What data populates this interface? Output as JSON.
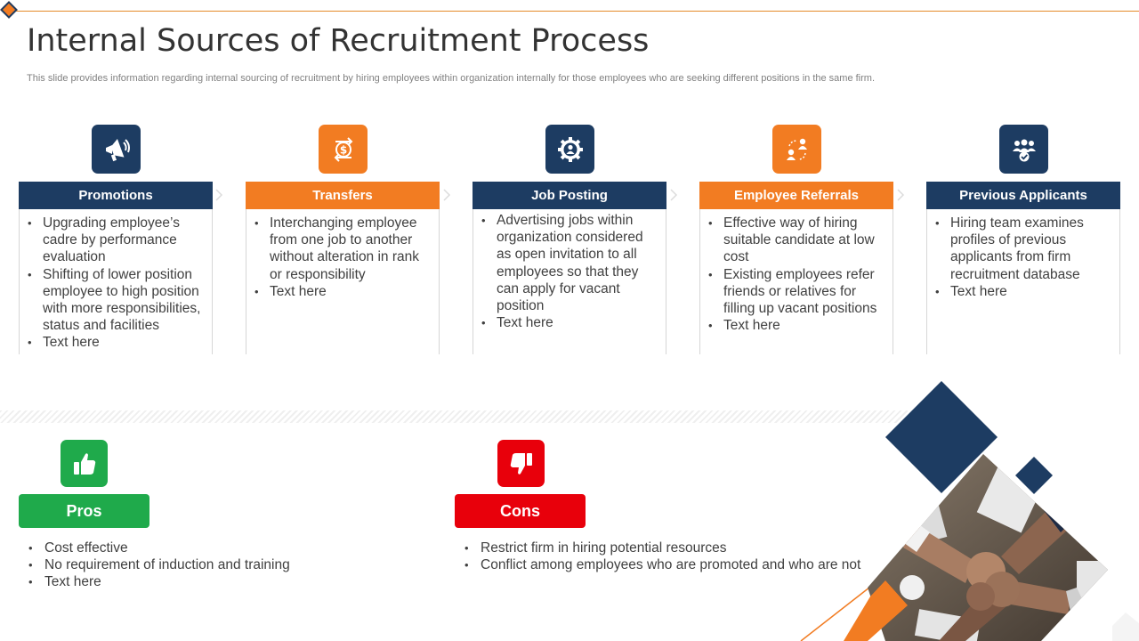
{
  "slide": {
    "title": "Internal Sources of Recruitment Process",
    "subtitle": "This slide provides information regarding internal sourcing of recruitment by hiring employees within organization internally for those employees who are seeking different positions in the same firm."
  },
  "colors": {
    "navy": "#1d3c62",
    "orange": "#f27c22",
    "pros_green": "#1faa4b",
    "cons_red": "#e8000b"
  },
  "cards": [
    {
      "title": "Promotions",
      "icon": "megaphone-icon",
      "bullets": [
        "Upgrading employee’s cadre by performance evaluation",
        "Shifting of lower position employee to high position with more responsibilities, status and facilities",
        "Text here"
      ]
    },
    {
      "title": "Transfers",
      "icon": "dollar-exchange-icon",
      "bullets": [
        "Interchanging  employee from one job to another without alteration in rank or responsibility",
        "Text here"
      ]
    },
    {
      "title": "Job Posting",
      "icon": "gear-person-icon",
      "bullets": [
        "Advertising jobs within organization considered as open invitation to all employees so that they can apply for vacant position",
        "Text here"
      ]
    },
    {
      "title": "Employee Referrals",
      "icon": "referral-icon",
      "bullets": [
        "Effective way of hiring suitable candidate at low cost",
        "Existing employees refer friends or relatives for filling up vacant positions",
        "Text here"
      ]
    },
    {
      "title": "Previous Applicants",
      "icon": "group-check-icon",
      "bullets": [
        "Hiring team examines profiles of previous applicants  from firm recruitment database",
        "Text here"
      ]
    }
  ],
  "pros": {
    "label": "Pros",
    "icon": "thumbs-up-icon",
    "items": [
      "Cost effective",
      "No requirement of induction and training",
      "Text  here"
    ]
  },
  "cons": {
    "label": "Cons",
    "icon": "thumbs-down-icon",
    "items": [
      "Restrict firm in hiring potential resources",
      "Conflict among employees who are promoted and who are not"
    ]
  }
}
